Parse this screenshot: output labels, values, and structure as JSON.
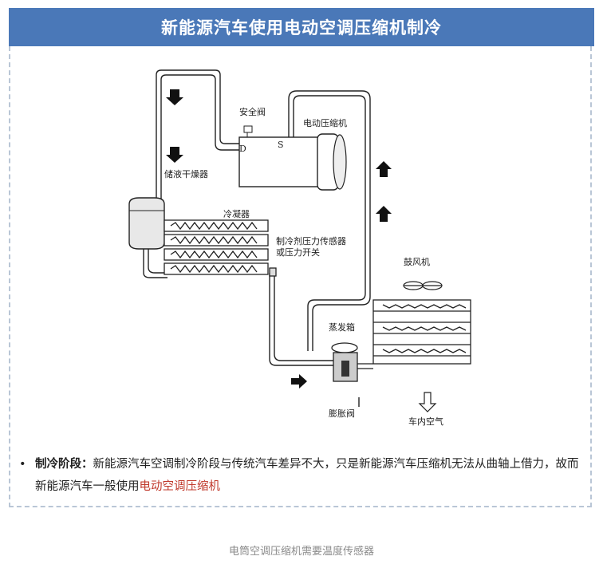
{
  "banner": {
    "title": "新能源汽车使用电动空调压缩机制冷"
  },
  "diagram": {
    "labels": {
      "safety_valve": "安全阀",
      "compressor": "电动压缩机",
      "port_d": "D",
      "port_s": "S",
      "receiver_drier": "储液干燥器",
      "condenser": "冷凝器",
      "pressure_sensor_line1": "制冷剂压力传感器",
      "pressure_sensor_line2": "或压力开关",
      "blower": "鼓风机",
      "evaporator": "蒸发箱",
      "expansion_valve": "膨胀阀",
      "cabin_air": "车内空气"
    }
  },
  "bullet": {
    "heading": "制冷阶段：",
    "text": "新能源汽车空调制冷阶段与传统汽车差异不大，只是新能源汽车压缩机无法从曲轴上借力，故而新能源汽车一般使用",
    "highlight": "电动空调压缩机"
  },
  "caption": "电筒空调压缩机需要温度传感器",
  "colors": {
    "banner": "#4a78b8",
    "highlight": "#c0392b",
    "frame": "#b9c6d6"
  }
}
